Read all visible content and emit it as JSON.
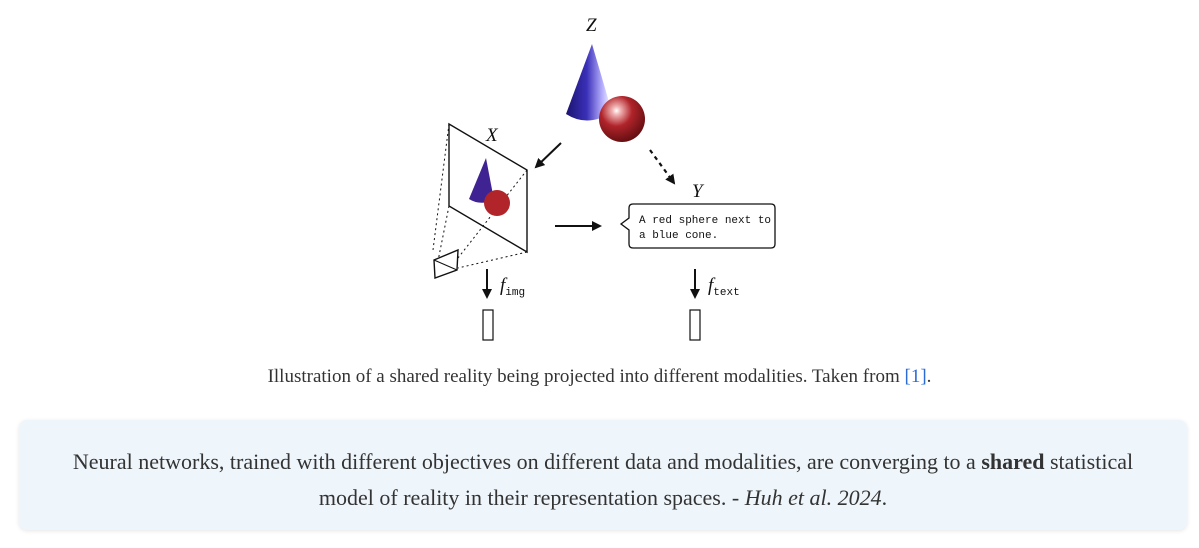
{
  "diagram": {
    "label_z": "Z",
    "label_x": "X",
    "label_y": "Y",
    "speech_line_1": "A red sphere next to",
    "speech_line_2": "a blue cone.",
    "f_img_base": "f",
    "f_img_sub": "img",
    "f_text_base": "f",
    "f_text_sub": "text",
    "colors": {
      "cone": "#3a2fb8",
      "sphere": "#b0242a",
      "stroke": "#111111"
    }
  },
  "caption": {
    "text": "Illustration of a shared reality being projected into different modalities. Taken from ",
    "ref": "[1]",
    "end": "."
  },
  "callout": {
    "part1": "Neural networks, trained with different objectives on different data and modalities, are converging to a ",
    "bold": "shared",
    "part2": " statistical model of reality in their representation spaces. - ",
    "citation": "Huh et al. 2024",
    "end": "."
  }
}
